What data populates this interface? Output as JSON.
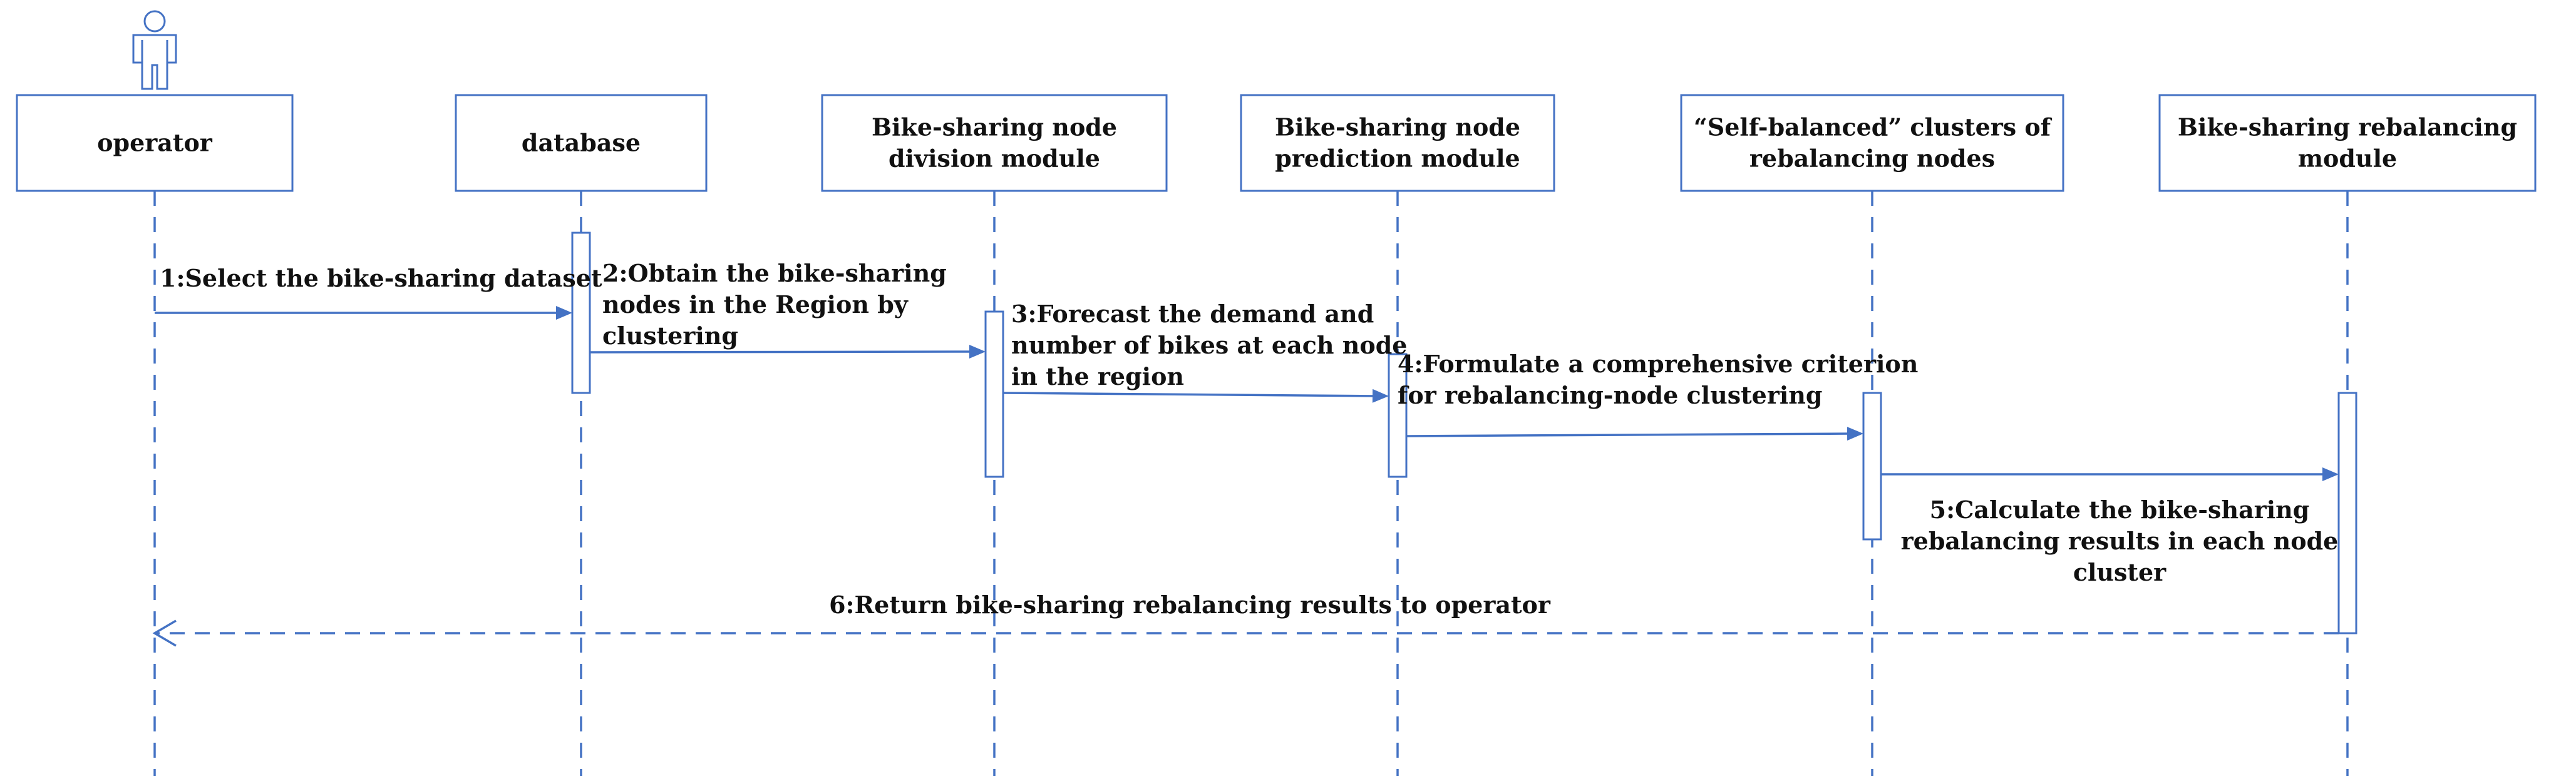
{
  "colors": {
    "line": "#4472C4",
    "text": "#111111",
    "background": "#ffffff"
  },
  "actor_icon": "person-icon",
  "participants": [
    {
      "id": "operator",
      "lines": [
        "operator"
      ]
    },
    {
      "id": "database",
      "lines": [
        "database"
      ]
    },
    {
      "id": "division",
      "lines": [
        "Bike-sharing node",
        "division module"
      ]
    },
    {
      "id": "prediction",
      "lines": [
        "Bike-sharing node",
        "prediction module"
      ]
    },
    {
      "id": "clusters",
      "lines": [
        "“Self-balanced” clusters of",
        "rebalancing nodes"
      ]
    },
    {
      "id": "rebalancing",
      "lines": [
        "Bike-sharing  rebalancing",
        "module"
      ]
    }
  ],
  "messages": [
    {
      "from": "operator",
      "to": "database",
      "type": "sync",
      "lines": [
        "1:Select the bike-sharing dataset"
      ]
    },
    {
      "from": "database",
      "to": "division",
      "type": "sync",
      "lines": [
        "2:Obtain the bike-sharing",
        "nodes in the Region by",
        "clustering"
      ]
    },
    {
      "from": "division",
      "to": "prediction",
      "type": "sync",
      "lines": [
        "3:Forecast the demand and",
        "number of bikes at each node",
        "in the region"
      ]
    },
    {
      "from": "prediction",
      "to": "clusters",
      "type": "sync",
      "lines": [
        "4:Formulate a comprehensive criterion",
        "for rebalancing-node clustering"
      ]
    },
    {
      "from": "clusters",
      "to": "rebalancing",
      "type": "sync",
      "lines": [
        "5:Calculate the bike-sharing",
        "rebalancing results  in each  node",
        "cluster"
      ]
    },
    {
      "from": "rebalancing",
      "to": "operator",
      "type": "return",
      "lines": [
        "6:Return bike-sharing rebalancing results to operator"
      ]
    }
  ]
}
